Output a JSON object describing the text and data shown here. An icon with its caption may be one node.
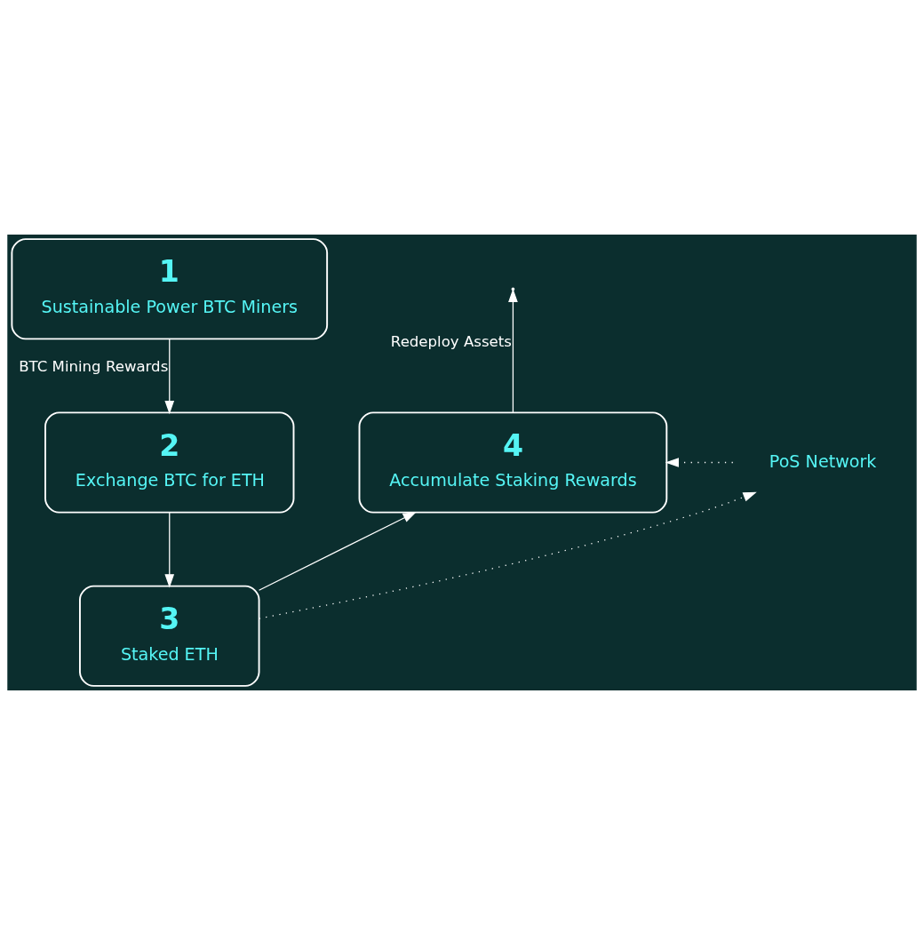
{
  "diagram": {
    "nodes": [
      {
        "text": [
          "1",
          "Sustainable Power BTC Miners"
        ]
      },
      {
        "text": [
          "2",
          "Exchange BTC for ETH"
        ]
      },
      {
        "text": [
          "3",
          "Staked ETH"
        ]
      },
      {
        "text": [
          "4",
          "Accumulate Staking Rewards"
        ]
      },
      {
        "text": [
          "PoS Network"
        ]
      }
    ],
    "edges": [
      {
        "from": 0,
        "to": 1,
        "arrow": "to",
        "label": "BTC Mining Rewards"
      },
      {
        "from": 1,
        "to": 2,
        "arrow": "to"
      },
      {
        "from": 2,
        "to": 3,
        "arrow": "to"
      },
      {
        "from": 2,
        "to": 4,
        "arrow": "to",
        "style": "dashed"
      },
      {
        "from": 4,
        "to": 3,
        "arrow": "to",
        "style": "dashed"
      },
      {
        "from": 3,
        "to": null,
        "arrow": "to",
        "label": "Redeploy Assets"
      }
    ]
  }
}
